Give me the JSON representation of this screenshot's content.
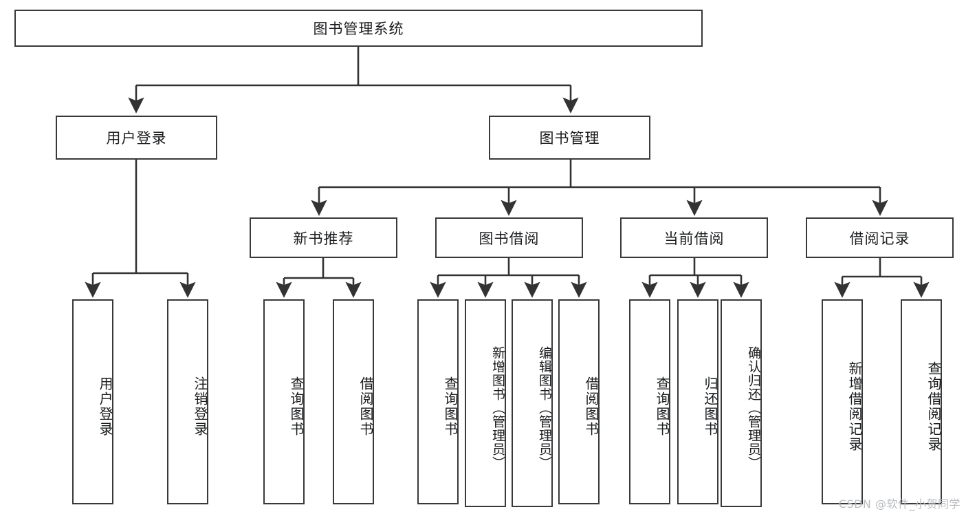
{
  "diagram": {
    "title": "图书管理系统",
    "type": "tree-hierarchy",
    "style": {
      "box_fill": "#ffffff",
      "box_stroke": "#38393b",
      "text_color": "#1b1c1e",
      "connector_color": "#333333"
    },
    "root": {
      "label": "图书管理系统"
    },
    "level2": [
      {
        "label": "用户登录"
      },
      {
        "label": "图书管理"
      }
    ],
    "level3": [
      {
        "label": "新书推荐"
      },
      {
        "label": "图书借阅"
      },
      {
        "label": "当前借阅"
      },
      {
        "label": "借阅记录"
      }
    ],
    "leaves": {
      "user_login": [
        {
          "label": "用户登录"
        },
        {
          "label": "注销登录"
        }
      ],
      "new_book_recommend": [
        {
          "label": "查询图书"
        },
        {
          "label": "借阅图书"
        }
      ],
      "book_borrow": [
        {
          "label": "查询图书"
        },
        {
          "label": "新增图书（管理员）"
        },
        {
          "label": "编辑图书（管理员）"
        },
        {
          "label": "借阅图书"
        }
      ],
      "current_borrow": [
        {
          "label": "查询图书"
        },
        {
          "label": "归还图书"
        },
        {
          "label": "确认归还（管理员）"
        }
      ],
      "borrow_record": [
        {
          "label": "新增借阅记录"
        },
        {
          "label": "查询借阅记录"
        }
      ]
    }
  },
  "watermark": {
    "text": "CSDN @软件_小贺同学"
  }
}
